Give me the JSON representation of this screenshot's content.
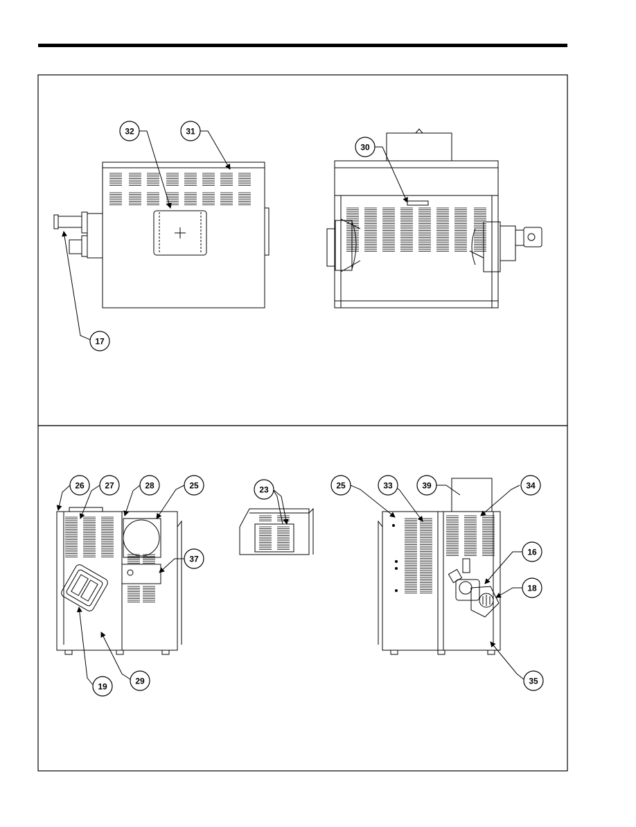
{
  "callouts": {
    "c16": "16",
    "c17": "17",
    "c18": "18",
    "c19": "19",
    "c23": "23",
    "c25a": "25",
    "c25b": "25",
    "c26": "26",
    "c27": "27",
    "c28": "28",
    "c29": "29",
    "c30": "30",
    "c31": "31",
    "c32": "32",
    "c33": "33",
    "c34": "34",
    "c35": "35",
    "c37": "37",
    "c39": "39"
  },
  "colors": {
    "ink": "#000000",
    "paper": "#ffffff"
  }
}
